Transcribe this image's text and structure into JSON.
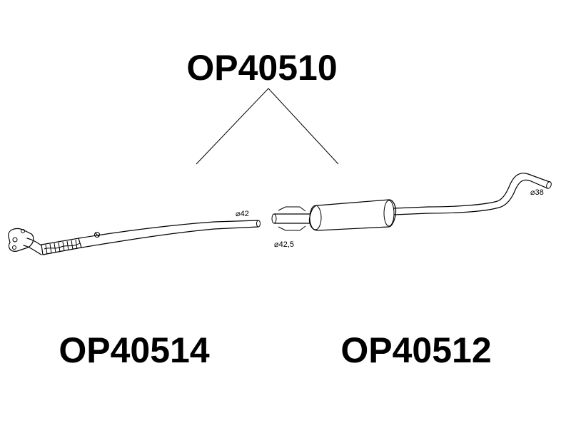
{
  "labels": {
    "top_part": "OP40510",
    "left_part": "OP40514",
    "right_part": "OP40512"
  },
  "dimensions": {
    "front_pipe_outlet": "⌀42",
    "middle_section_inlet": "⌀42,5",
    "tailpipe_outlet": "⌀38"
  },
  "colors": {
    "line": "#000000",
    "background": "#ffffff"
  }
}
